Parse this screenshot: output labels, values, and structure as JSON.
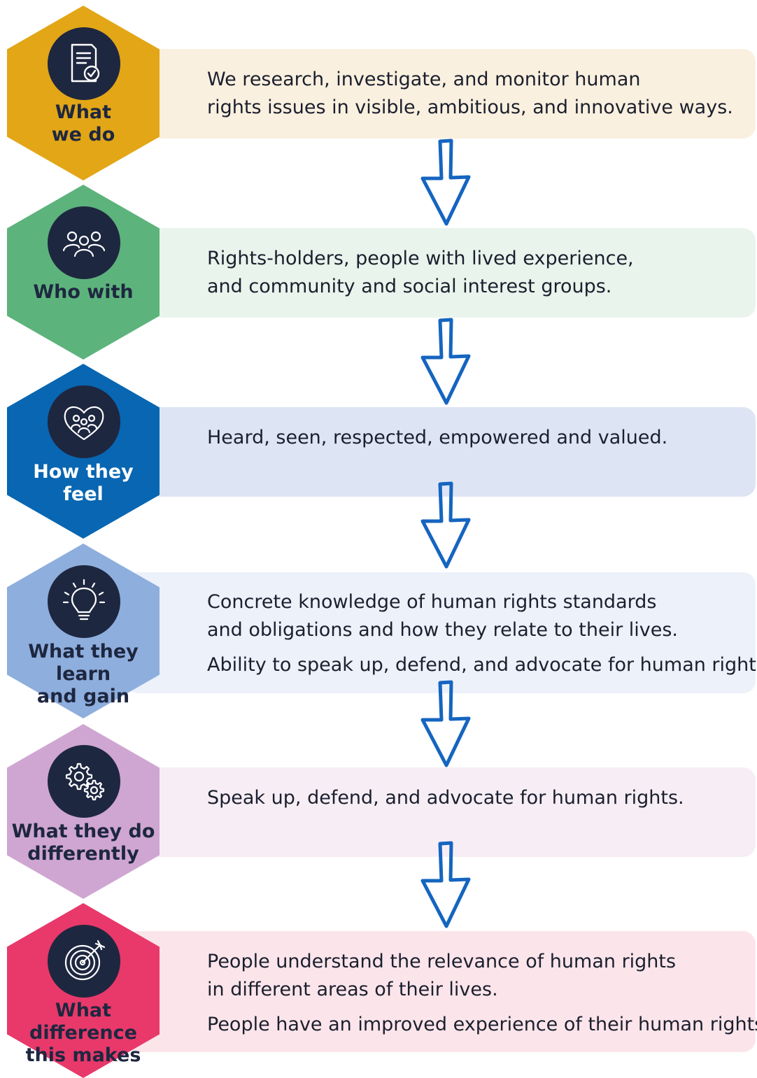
{
  "steps": [
    {
      "label_line1": "What",
      "label_line2": "we do",
      "icon": "document-check-icon",
      "hex_color": "#E2A617",
      "panel_color": "#FAF0DF",
      "label_color": "#1e2740",
      "text_lines": [
        "We research, investigate, and monitor human",
        "rights issues in visible, ambitious, and innovative ways."
      ]
    },
    {
      "label_line1": "Who with",
      "label_line2": "",
      "icon": "people-group-icon",
      "hex_color": "#5DB37C",
      "panel_color": "#E9F4EC",
      "label_color": "#1e2740",
      "text_lines": [
        "Rights-holders, people with lived experience,",
        "and community and social interest groups."
      ]
    },
    {
      "label_line1": "How they",
      "label_line2": "feel",
      "icon": "heart-people-icon",
      "hex_color": "#0866B2",
      "panel_color": "#DDE5F4",
      "label_color": "#ffffff",
      "text_lines": [
        "Heard, seen, respected, empowered and valued."
      ]
    },
    {
      "label_line1": "What they learn",
      "label_line2": "and gain",
      "icon": "lightbulb-icon",
      "hex_color": "#8EAEDD",
      "panel_color": "#ECF1FA",
      "label_color": "#1e2740",
      "text_lines": [
        "Concrete knowledge of human rights standards",
        "and obligations and how they relate to their lives.",
        "Ability to speak up, defend, and advocate for human rights."
      ]
    },
    {
      "label_line1": "What they do",
      "label_line2": "differently",
      "icon": "gears-icon",
      "hex_color": "#CFA6D1",
      "panel_color": "#F7EEF5",
      "label_color": "#1e2740",
      "text_lines": [
        "Speak up, defend, and advocate for human rights."
      ]
    },
    {
      "label_line1": "What difference",
      "label_line2": "this makes",
      "icon": "target-icon",
      "hex_color": "#E8396A",
      "panel_color": "#FBE5EA",
      "label_color": "#1e2740",
      "text_lines": [
        "People understand the relevance of human rights",
        "in different areas of their lives.",
        "People have an improved experience of their human rights."
      ]
    }
  ],
  "arrow_color": "#1565C0"
}
